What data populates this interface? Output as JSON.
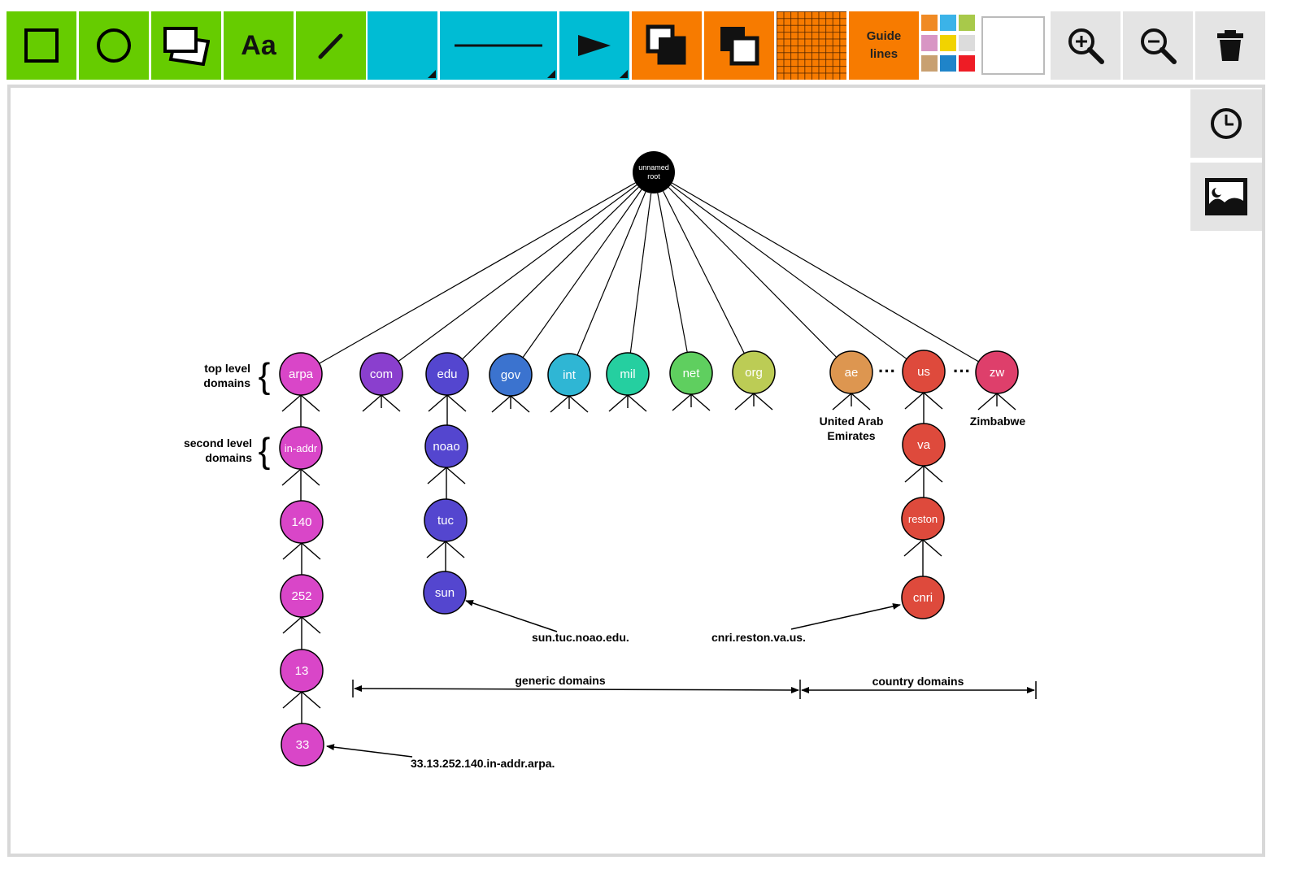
{
  "toolbar": {
    "tools": [
      {
        "name": "rectangle-tool",
        "icon": "square-icon"
      },
      {
        "name": "ellipse-tool",
        "icon": "circle-icon"
      },
      {
        "name": "image-frame-tool",
        "icon": "overlapping-rectangles-icon"
      },
      {
        "name": "text-tool",
        "icon": "text-icon",
        "label": "Aa"
      },
      {
        "name": "line-tool",
        "icon": "pencil-icon"
      },
      {
        "name": "fill-color-tool",
        "icon": "fill-icon"
      },
      {
        "name": "line-style-tool",
        "icon": "line-style-icon"
      },
      {
        "name": "arrowhead-tool",
        "icon": "arrowhead-icon"
      },
      {
        "name": "bring-to-front-tool",
        "icon": "bring-front-icon"
      },
      {
        "name": "send-to-back-tool",
        "icon": "send-back-icon"
      },
      {
        "name": "grid-tool",
        "icon": "grid-icon"
      }
    ],
    "guide_lines_line1": "Guide",
    "guide_lines_line2": "lines",
    "swatches": [
      "#f08a24",
      "#3bb3e8",
      "#a8c94a",
      "#d895c4",
      "#f1d300",
      "#dcdcdc",
      "#c8a071",
      "#1f84c9",
      "#ee1c25"
    ],
    "current_color": "#ffffff",
    "zoom_in_icon": "zoom-in-icon",
    "zoom_out_icon": "zoom-out-icon",
    "delete_icon": "trash-icon"
  },
  "side_panel": {
    "history_icon": "clock-icon",
    "background_image_icon": "image-icon"
  },
  "diagram": {
    "root_line1": "unnamed",
    "root_line2": "root",
    "nodes": {
      "arpa": {
        "label": "arpa",
        "color": "#d946c8"
      },
      "in_addr": {
        "label": "in-addr",
        "color": "#d946c8"
      },
      "n140": {
        "label": "140",
        "color": "#d946c8"
      },
      "n252": {
        "label": "252",
        "color": "#d946c8"
      },
      "n13": {
        "label": "13",
        "color": "#d946c8"
      },
      "n33": {
        "label": "33",
        "color": "#d946c8"
      },
      "com": {
        "label": "com",
        "color": "#8a3fce"
      },
      "edu": {
        "label": "edu",
        "color": "#5446cf"
      },
      "noao": {
        "label": "noao",
        "color": "#5446cf"
      },
      "tuc": {
        "label": "tuc",
        "color": "#5446cf"
      },
      "sun": {
        "label": "sun",
        "color": "#5446cf"
      },
      "gov": {
        "label": "gov",
        "color": "#3b73cf"
      },
      "int": {
        "label": "int",
        "color": "#2fb6d4"
      },
      "mil": {
        "label": "mil",
        "color": "#25cfa0"
      },
      "net": {
        "label": "net",
        "color": "#5fcf5f"
      },
      "org": {
        "label": "org",
        "color": "#bccc55"
      },
      "ae": {
        "label": "ae",
        "color": "#dd9650"
      },
      "us": {
        "label": "us",
        "color": "#de4a3c"
      },
      "va": {
        "label": "va",
        "color": "#de4a3c"
      },
      "reston": {
        "label": "reston",
        "color": "#de4a3c"
      },
      "cnri": {
        "label": "cnri",
        "color": "#de4a3c"
      },
      "zw": {
        "label": "zw",
        "color": "#de3f6b"
      }
    },
    "ellipsis": "···",
    "labels": {
      "top_level_line1": "top level",
      "top_level_line2": "domains",
      "second_level_line1": "second level",
      "second_level_line2": "domains",
      "brace": "{",
      "ae_line1": "United Arab",
      "ae_line2": "Emirates",
      "zw_name": "Zimbabwe",
      "sun_fqdn": "sun.tuc.noao.edu.",
      "cnri_fqdn": "cnri.reston.va.us.",
      "arpa_fqdn": "33.13.252.140.in-addr.arpa.",
      "generic_domains": "generic domains",
      "country_domains": "country domains"
    }
  }
}
